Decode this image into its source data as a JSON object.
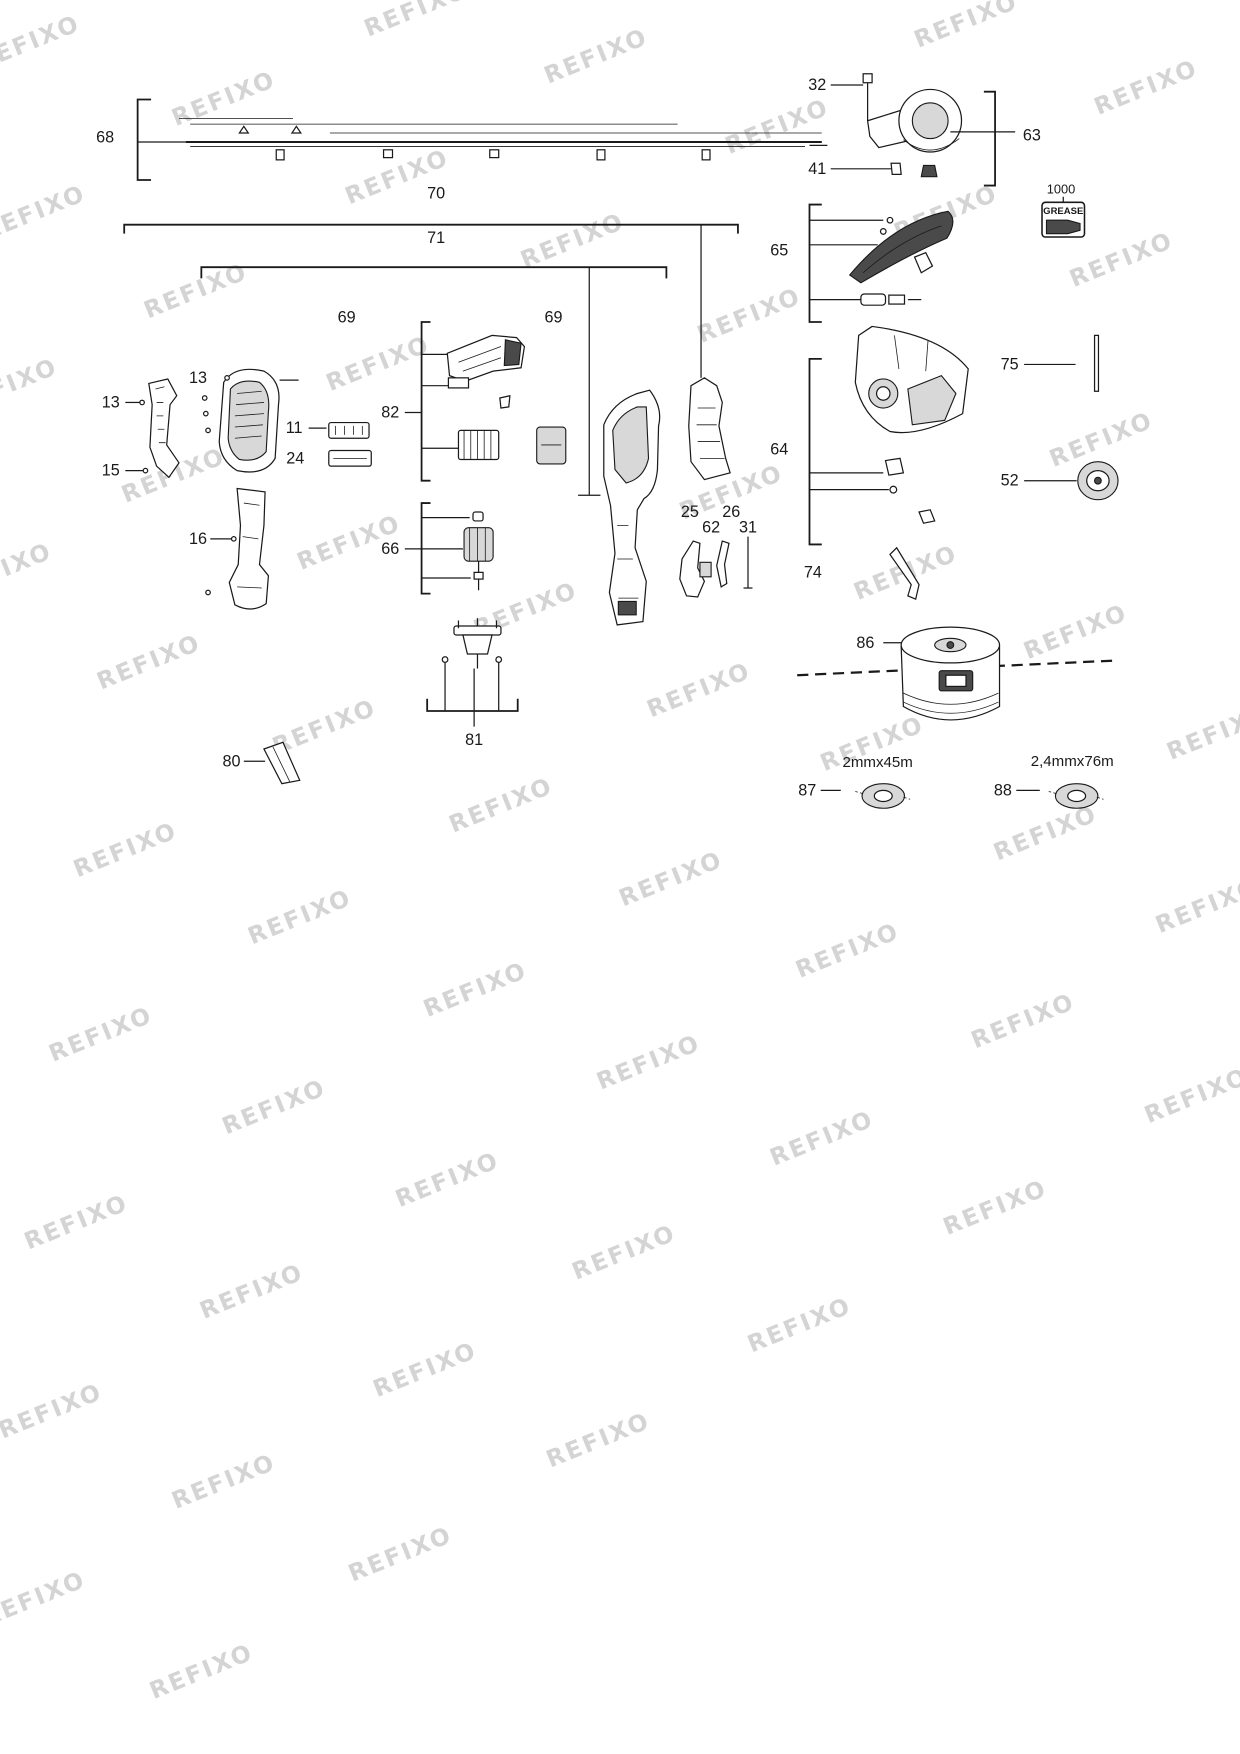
{
  "watermark": "REFIXO",
  "callouts": {
    "c68": "68",
    "c70": "70",
    "c71": "71",
    "c69a": "69",
    "c69b": "69",
    "c13a": "13",
    "c13b": "13",
    "c15": "15",
    "c16": "16",
    "c11": "11",
    "c24": "24",
    "c82": "82",
    "c66": "66",
    "c81": "81",
    "c80": "80",
    "c25": "25",
    "c26": "26",
    "c62": "62",
    "c31": "31",
    "c32": "32",
    "c41": "41",
    "c63": "63",
    "c65": "65",
    "c64": "64",
    "c74": "74",
    "c75": "75",
    "c52": "52",
    "c86": "86",
    "c87": "87",
    "c88": "88"
  },
  "line_specs": {
    "spec_87": "2mmx45m",
    "spec_88": "2,4mmx76m"
  },
  "grease": {
    "quantity": "1000",
    "label": "GREASE"
  }
}
